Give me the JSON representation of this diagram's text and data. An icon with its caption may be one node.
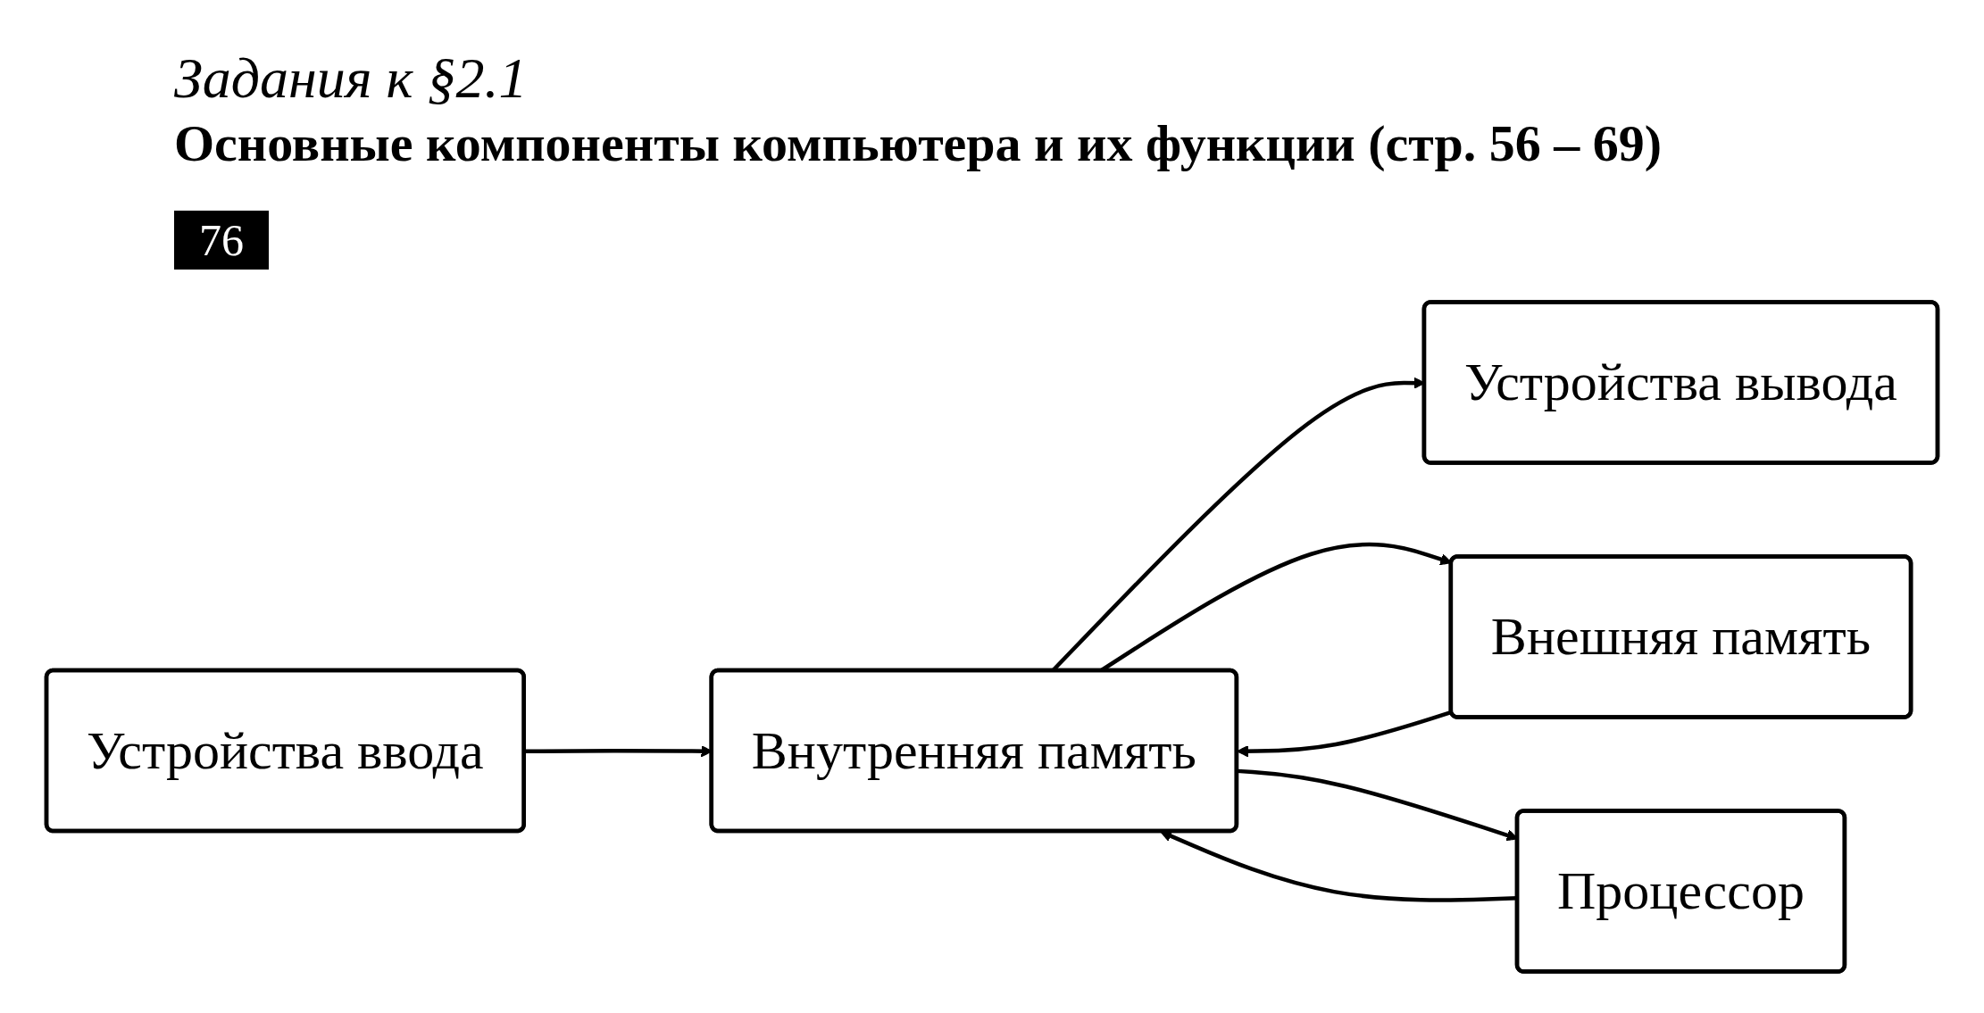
{
  "diagram": {
    "title": "Задания к §2.1",
    "nodes": [
      {
        "text": [
          "Устройства ввода"
        ]
      },
      {
        "text": [
          "Устройства вывода"
        ]
      },
      {
        "text": [
          "Внутренняя память"
        ]
      },
      {
        "text": [
          "Внешняя память"
        ]
      },
      {
        "text": [
          "Процессор"
        ]
      }
    ],
    "edges": [
      {
        "from": 0,
        "to": 2,
        "arrow": "to"
      },
      {
        "from": 2,
        "to": 1,
        "arrow": "to"
      },
      {
        "from": 2,
        "to": 3,
        "arrow": "to"
      },
      {
        "from": 3,
        "to": 2,
        "arrow": "to"
      },
      {
        "from": 4,
        "to": 2,
        "arrow": "to"
      },
      {
        "from": 2,
        "to": 4,
        "arrow": "to"
      }
    ],
    "labels": [
      "Основные компоненты компьютера и их функции (стр. 56 – 69)",
      "76"
    ]
  }
}
